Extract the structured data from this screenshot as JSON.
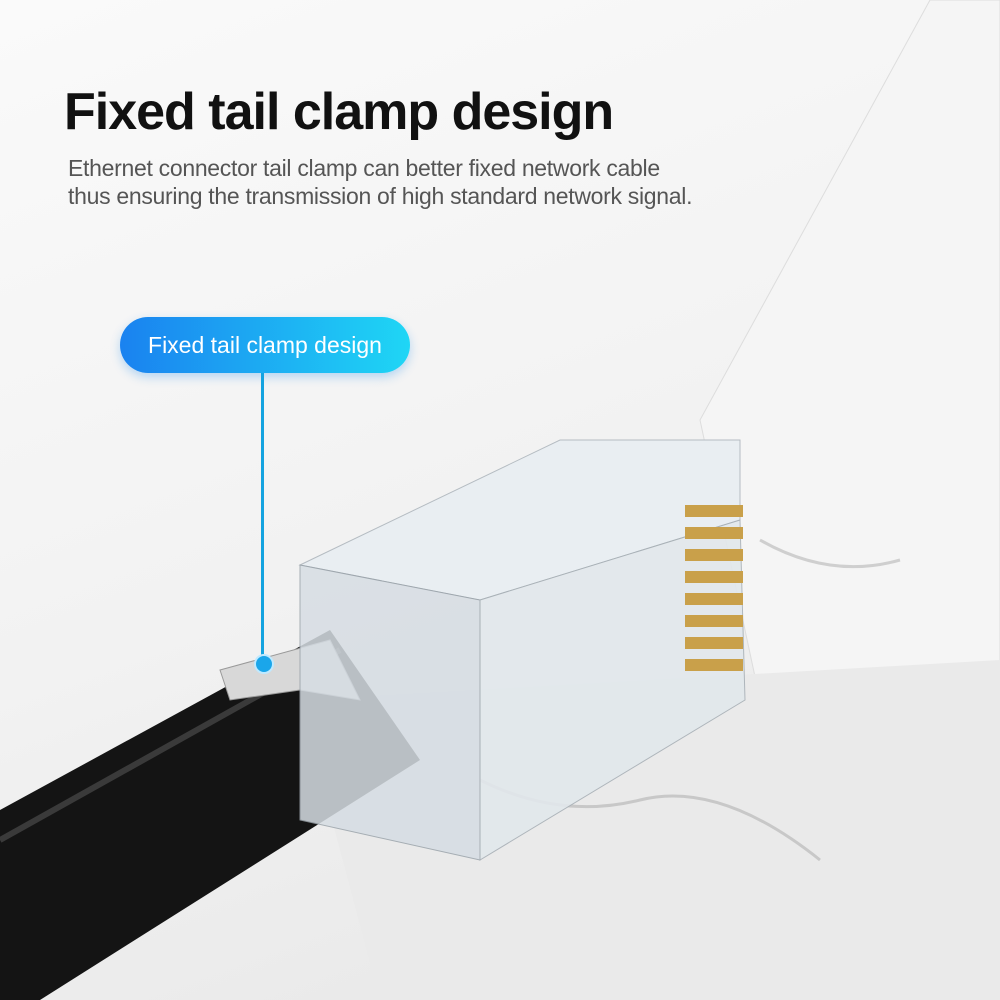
{
  "heading": "Fixed tail clamp design",
  "description": [
    "Ethernet connector tail clamp can better fixed network cable",
    "thus ensuring the transmission of high standard network signal."
  ],
  "callout": {
    "label": "Fixed tail clamp design",
    "color": "#1a82f0"
  },
  "colors": {
    "pins": "#c9a04a",
    "cable": "#111111"
  }
}
